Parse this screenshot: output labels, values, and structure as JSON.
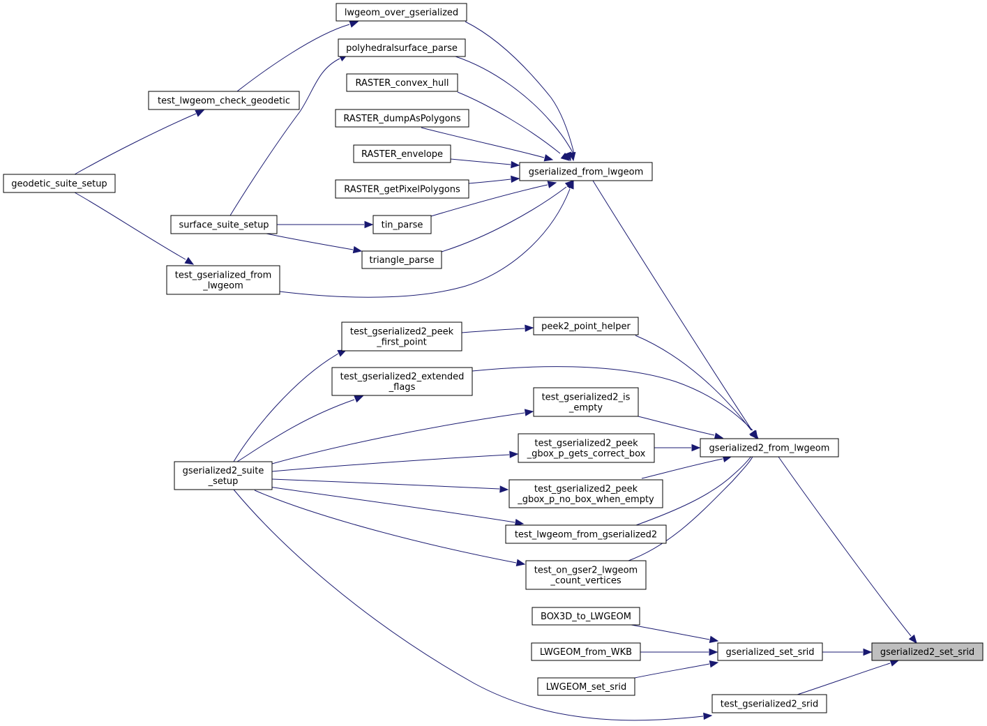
{
  "diagram": {
    "type": "call-graph",
    "nodes": {
      "gserialized2_set_srid": {
        "lines": [
          "gserialized2_set_srid"
        ]
      },
      "gserialized_set_srid": {
        "lines": [
          "gserialized_set_srid"
        ]
      },
      "gserialized2_from_lwgeom": {
        "lines": [
          "gserialized2_from_lwgeom"
        ]
      },
      "test_gserialized2_srid": {
        "lines": [
          "test_gserialized2_srid"
        ]
      },
      "BOX3D_to_LWGEOM": {
        "lines": [
          "BOX3D_to_LWGEOM"
        ]
      },
      "LWGEOM_from_WKB": {
        "lines": [
          "LWGEOM_from_WKB"
        ]
      },
      "LWGEOM_set_srid": {
        "lines": [
          "LWGEOM_set_srid"
        ]
      },
      "gserialized_from_lwgeom": {
        "lines": [
          "gserialized_from_lwgeom"
        ]
      },
      "peek2_point_helper": {
        "lines": [
          "peek2_point_helper"
        ]
      },
      "test_gserialized2_extended_flags": {
        "lines": [
          "test_gserialized2_extended",
          "_flags"
        ]
      },
      "test_gserialized2_is_empty": {
        "lines": [
          "test_gserialized2_is",
          "_empty"
        ]
      },
      "test_gserialized2_peek_gbox_p_gets_correct_box": {
        "lines": [
          "test_gserialized2_peek",
          "_gbox_p_gets_correct_box"
        ]
      },
      "test_gserialized2_peek_gbox_p_no_box_when_empty": {
        "lines": [
          "test_gserialized2_peek",
          "_gbox_p_no_box_when_empty"
        ]
      },
      "test_lwgeom_from_gserialized2": {
        "lines": [
          "test_lwgeom_from_gserialized2"
        ]
      },
      "test_on_gser2_lwgeom_count_vertices": {
        "lines": [
          "test_on_gser2_lwgeom",
          "_count_vertices"
        ]
      },
      "test_gserialized2_peek_first_point": {
        "lines": [
          "test_gserialized2_peek",
          "_first_point"
        ]
      },
      "gserialized2_suite_setup": {
        "lines": [
          "gserialized2_suite",
          "_setup"
        ]
      },
      "lwgeom_over_gserialized": {
        "lines": [
          "lwgeom_over_gserialized"
        ]
      },
      "polyhedralsurface_parse": {
        "lines": [
          "polyhedralsurface_parse"
        ]
      },
      "RASTER_convex_hull": {
        "lines": [
          "RASTER_convex_hull"
        ]
      },
      "RASTER_dumpAsPolygons": {
        "lines": [
          "RASTER_dumpAsPolygons"
        ]
      },
      "RASTER_envelope": {
        "lines": [
          "RASTER_envelope"
        ]
      },
      "RASTER_getPixelPolygons": {
        "lines": [
          "RASTER_getPixelPolygons"
        ]
      },
      "tin_parse": {
        "lines": [
          "tin_parse"
        ]
      },
      "triangle_parse": {
        "lines": [
          "triangle_parse"
        ]
      },
      "test_gserialized_from_lwgeom": {
        "lines": [
          "test_gserialized_from",
          "_lwgeom"
        ]
      },
      "test_lwgeom_check_geodetic": {
        "lines": [
          "test_lwgeom_check_geodetic"
        ]
      },
      "geodetic_suite_setup": {
        "lines": [
          "geodetic_suite_setup"
        ]
      },
      "surface_suite_setup": {
        "lines": [
          "surface_suite_setup"
        ]
      }
    },
    "edges": [
      [
        "gserialized_set_srid",
        "gserialized2_set_srid"
      ],
      [
        "gserialized2_from_lwgeom",
        "gserialized2_set_srid"
      ],
      [
        "test_gserialized2_srid",
        "gserialized2_set_srid"
      ],
      [
        "BOX3D_to_LWGEOM",
        "gserialized_set_srid"
      ],
      [
        "LWGEOM_from_WKB",
        "gserialized_set_srid"
      ],
      [
        "LWGEOM_set_srid",
        "gserialized_set_srid"
      ],
      [
        "gserialized_from_lwgeom",
        "gserialized2_from_lwgeom"
      ],
      [
        "peek2_point_helper",
        "gserialized2_from_lwgeom"
      ],
      [
        "test_gserialized2_extended_flags",
        "gserialized2_from_lwgeom"
      ],
      [
        "test_gserialized2_is_empty",
        "gserialized2_from_lwgeom"
      ],
      [
        "test_gserialized2_peek_gbox_p_gets_correct_box",
        "gserialized2_from_lwgeom"
      ],
      [
        "test_gserialized2_peek_gbox_p_no_box_when_empty",
        "gserialized2_from_lwgeom"
      ],
      [
        "test_lwgeom_from_gserialized2",
        "gserialized2_from_lwgeom"
      ],
      [
        "test_on_gser2_lwgeom_count_vertices",
        "gserialized2_from_lwgeom"
      ],
      [
        "lwgeom_over_gserialized",
        "gserialized_from_lwgeom"
      ],
      [
        "polyhedralsurface_parse",
        "gserialized_from_lwgeom"
      ],
      [
        "RASTER_convex_hull",
        "gserialized_from_lwgeom"
      ],
      [
        "RASTER_dumpAsPolygons",
        "gserialized_from_lwgeom"
      ],
      [
        "RASTER_envelope",
        "gserialized_from_lwgeom"
      ],
      [
        "RASTER_getPixelPolygons",
        "gserialized_from_lwgeom"
      ],
      [
        "tin_parse",
        "gserialized_from_lwgeom"
      ],
      [
        "triangle_parse",
        "gserialized_from_lwgeom"
      ],
      [
        "test_gserialized_from_lwgeom",
        "gserialized_from_lwgeom"
      ],
      [
        "test_gserialized2_peek_first_point",
        "peek2_point_helper"
      ],
      [
        "gserialized2_suite_setup",
        "test_gserialized2_extended_flags"
      ],
      [
        "gserialized2_suite_setup",
        "test_gserialized2_is_empty"
      ],
      [
        "gserialized2_suite_setup",
        "test_gserialized2_peek_gbox_p_gets_correct_box"
      ],
      [
        "gserialized2_suite_setup",
        "test_gserialized2_peek_gbox_p_no_box_when_empty"
      ],
      [
        "gserialized2_suite_setup",
        "test_lwgeom_from_gserialized2"
      ],
      [
        "gserialized2_suite_setup",
        "test_on_gser2_lwgeom_count_vertices"
      ],
      [
        "gserialized2_suite_setup",
        "test_gserialized2_peek_first_point"
      ],
      [
        "gserialized2_suite_setup",
        "test_gserialized2_srid"
      ],
      [
        "test_lwgeom_check_geodetic",
        "lwgeom_over_gserialized"
      ],
      [
        "geodetic_suite_setup",
        "test_lwgeom_check_geodetic"
      ],
      [
        "geodetic_suite_setup",
        "test_gserialized_from_lwgeom"
      ],
      [
        "surface_suite_setup",
        "polyhedralsurface_parse"
      ],
      [
        "surface_suite_setup",
        "tin_parse"
      ],
      [
        "surface_suite_setup",
        "triangle_parse"
      ]
    ],
    "highlighted_node": "gserialized2_set_srid",
    "colors": {
      "edge": "#191970",
      "node_border": "#000000",
      "node_fill": "#ffffff",
      "highlight_fill": "#bfbfbf"
    }
  }
}
